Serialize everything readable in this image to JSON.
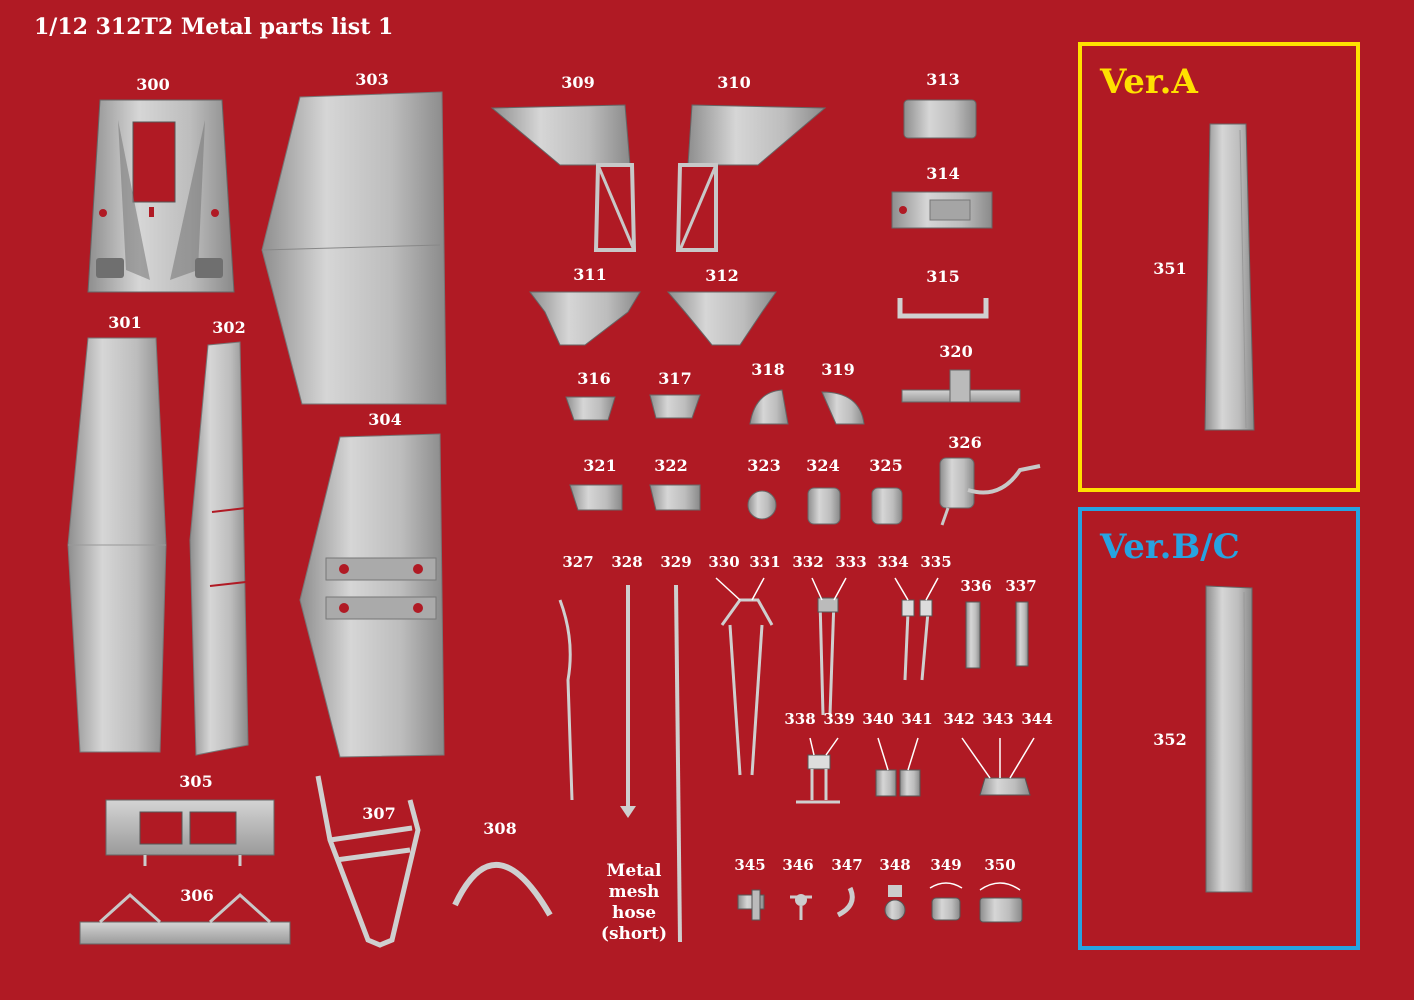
{
  "title": "1/12 312T2 Metal parts list 1",
  "colors": {
    "background": "#b01a24",
    "ver_a": "#ffe100",
    "ver_bc": "#27a3e0",
    "label": "#ffffff",
    "metal": "#c8c8c8"
  },
  "versions": {
    "a_title": "Ver.A",
    "bc_title": "Ver.B/C"
  },
  "hose_label": [
    "Metal",
    "mesh",
    "hose",
    "(short)"
  ],
  "part_labels": {
    "p300": "300",
    "p301": "301",
    "p302": "302",
    "p303": "303",
    "p304": "304",
    "p305": "305",
    "p306": "306",
    "p307": "307",
    "p308": "308",
    "p309": "309",
    "p310": "310",
    "p311": "311",
    "p312": "312",
    "p313": "313",
    "p314": "314",
    "p315": "315",
    "p316": "316",
    "p317": "317",
    "p318": "318",
    "p319": "319",
    "p320": "320",
    "p321": "321",
    "p322": "322",
    "p323": "323",
    "p324": "324",
    "p325": "325",
    "p326": "326",
    "p327": "327",
    "p328": "328",
    "p329": "329",
    "p330": "330",
    "p331": "331",
    "p332": "332",
    "p333": "333",
    "p334": "334",
    "p335": "335",
    "p336": "336",
    "p337": "337",
    "p338": "338",
    "p339": "339",
    "p340": "340",
    "p341": "341",
    "p342": "342",
    "p343": "343",
    "p344": "344",
    "p345": "345",
    "p346": "346",
    "p347": "347",
    "p348": "348",
    "p349": "349",
    "p350": "350",
    "p351": "351",
    "p352": "352"
  }
}
